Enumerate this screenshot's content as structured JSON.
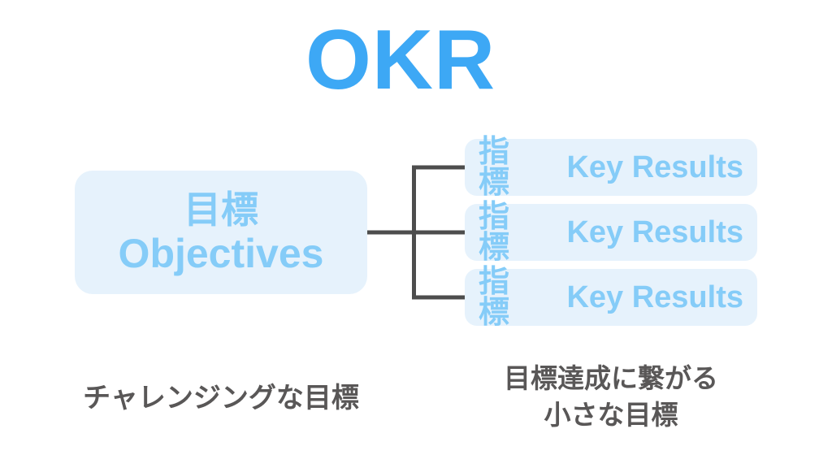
{
  "title": "OKR",
  "colors": {
    "title_blue": "#3DA8F5",
    "box_bg": "#E6F2FC",
    "box_text": "#85CCF8",
    "connector": "#4D4D4D",
    "caption_text": "#595757",
    "background": "#FFFFFF"
  },
  "objective": {
    "label_ja": "目標",
    "label_en": "Objectives",
    "caption": "チャレンジングな目標"
  },
  "key_results": {
    "items": [
      {
        "label_ja": "指標",
        "label_en": "Key Results"
      },
      {
        "label_ja": "指標",
        "label_en": "Key Results"
      },
      {
        "label_ja": "指標",
        "label_en": "Key Results"
      }
    ],
    "caption_line1": "目標達成に繋がる",
    "caption_line2": "小さな目標"
  }
}
